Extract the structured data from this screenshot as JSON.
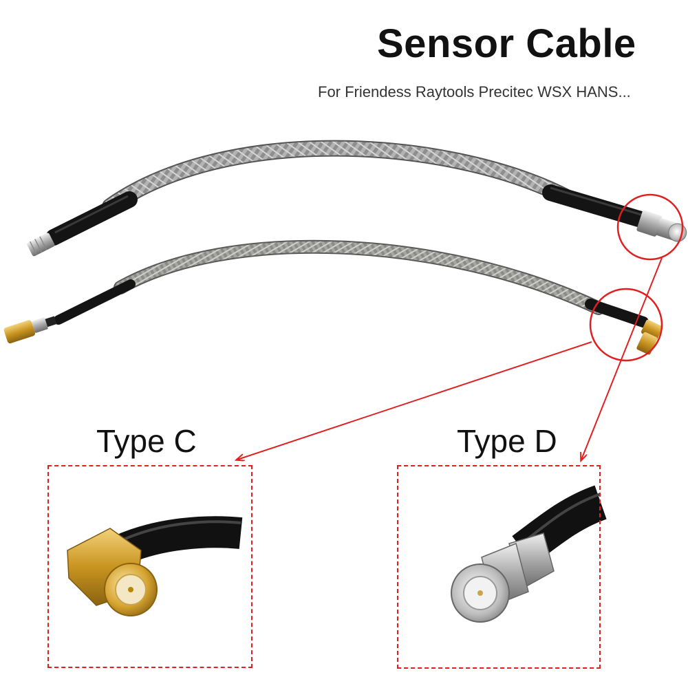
{
  "header": {
    "title": "Sensor Cable",
    "subtitle": "For Friendess Raytools Precitec WSX HANS..."
  },
  "connectors": [
    {
      "label": "Type C",
      "icon": "right-angle-smb-connector-icon"
    },
    {
      "label": "Type D",
      "icon": "bnc-connector-icon"
    }
  ],
  "colors": {
    "highlight": "#e02020",
    "braid": "#a9a9a9",
    "jacket": "#151515",
    "gold": "#d4a020",
    "nickel": "#c8c8c8"
  }
}
